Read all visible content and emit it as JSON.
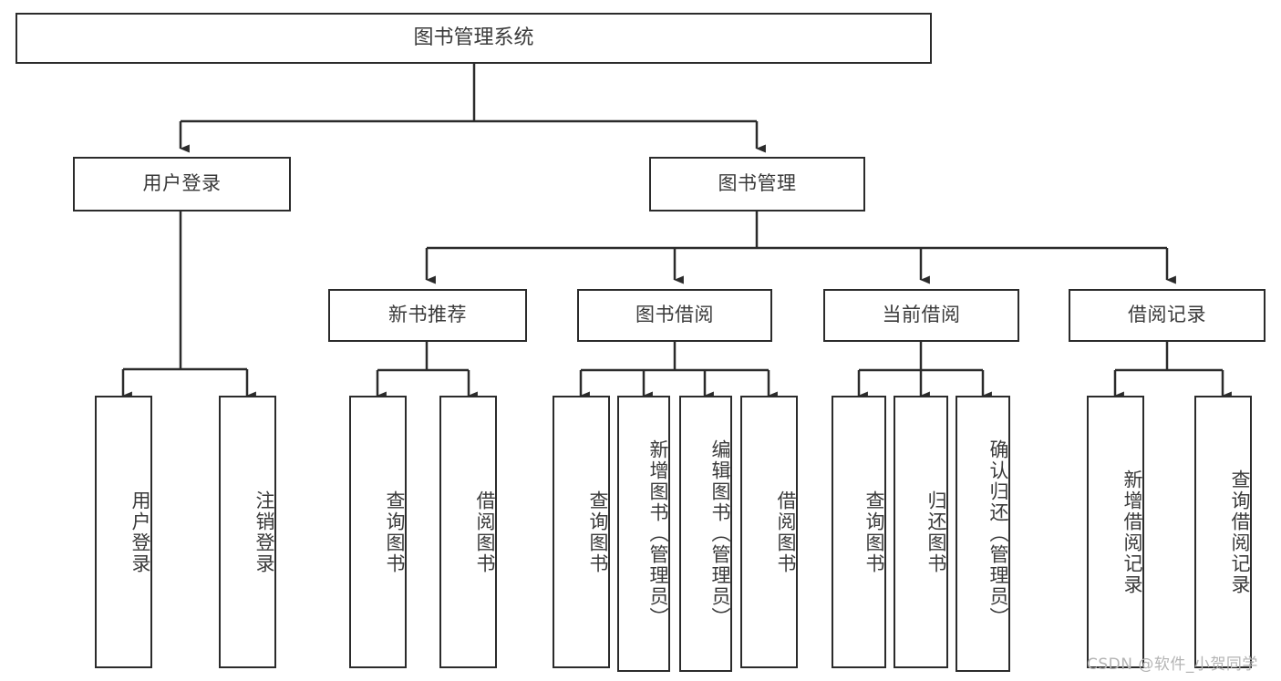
{
  "diagram": {
    "type": "tree",
    "title": "图书管理系统",
    "watermark": "CSDN @软件_小贺同学",
    "colors": {
      "stroke": "#2b2b2b",
      "text": "#3a3a3a",
      "background": "#ffffff",
      "watermark": "#b4b4b4"
    },
    "levels": {
      "root": "图书管理系统",
      "level2": [
        "用户登录",
        "图书管理"
      ],
      "level3": [
        "新书推荐",
        "图书借阅",
        "当前借阅",
        "借阅记录"
      ]
    },
    "nodes": {
      "root": {
        "label": "图书管理系统"
      },
      "user_login": {
        "label": "用户登录"
      },
      "book_manage": {
        "label": "图书管理"
      },
      "new_book_rec": {
        "label": "新书推荐"
      },
      "book_borrow": {
        "label": "图书借阅"
      },
      "current_borrow": {
        "label": "当前借阅"
      },
      "borrow_record": {
        "label": "借阅记录"
      },
      "leaf_user_login": {
        "label": "用户登录"
      },
      "leaf_logout": {
        "label": "注销登录"
      },
      "leaf_query_book_a": {
        "label": "查询图书"
      },
      "leaf_borrow_book_a": {
        "label": "借阅图书"
      },
      "leaf_query_book_b": {
        "label": "查询图书"
      },
      "leaf_add_book": {
        "label": "新增图书（管理员）"
      },
      "leaf_edit_book": {
        "label": "编辑图书（管理员）"
      },
      "leaf_borrow_book_b": {
        "label": "借阅图书"
      },
      "leaf_query_book_c": {
        "label": "查询图书"
      },
      "leaf_return_book": {
        "label": "归还图书"
      },
      "leaf_confirm_return": {
        "label": "确认归还（管理员）"
      },
      "leaf_add_record": {
        "label": "新增借阅记录"
      },
      "leaf_query_record": {
        "label": "查询借阅记录"
      }
    },
    "edges": [
      {
        "from": "root",
        "to": "user_login"
      },
      {
        "from": "root",
        "to": "book_manage"
      },
      {
        "from": "user_login",
        "to": "leaf_user_login"
      },
      {
        "from": "user_login",
        "to": "leaf_logout"
      },
      {
        "from": "book_manage",
        "to": "new_book_rec"
      },
      {
        "from": "book_manage",
        "to": "book_borrow"
      },
      {
        "from": "book_manage",
        "to": "current_borrow"
      },
      {
        "from": "book_manage",
        "to": "borrow_record"
      },
      {
        "from": "new_book_rec",
        "to": "leaf_query_book_a"
      },
      {
        "from": "new_book_rec",
        "to": "leaf_borrow_book_a"
      },
      {
        "from": "book_borrow",
        "to": "leaf_query_book_b"
      },
      {
        "from": "book_borrow",
        "to": "leaf_add_book"
      },
      {
        "from": "book_borrow",
        "to": "leaf_edit_book"
      },
      {
        "from": "book_borrow",
        "to": "leaf_borrow_book_b"
      },
      {
        "from": "current_borrow",
        "to": "leaf_query_book_c"
      },
      {
        "from": "current_borrow",
        "to": "leaf_return_book"
      },
      {
        "from": "current_borrow",
        "to": "leaf_confirm_return"
      },
      {
        "from": "borrow_record",
        "to": "leaf_add_record"
      },
      {
        "from": "borrow_record",
        "to": "leaf_query_record"
      }
    ]
  }
}
